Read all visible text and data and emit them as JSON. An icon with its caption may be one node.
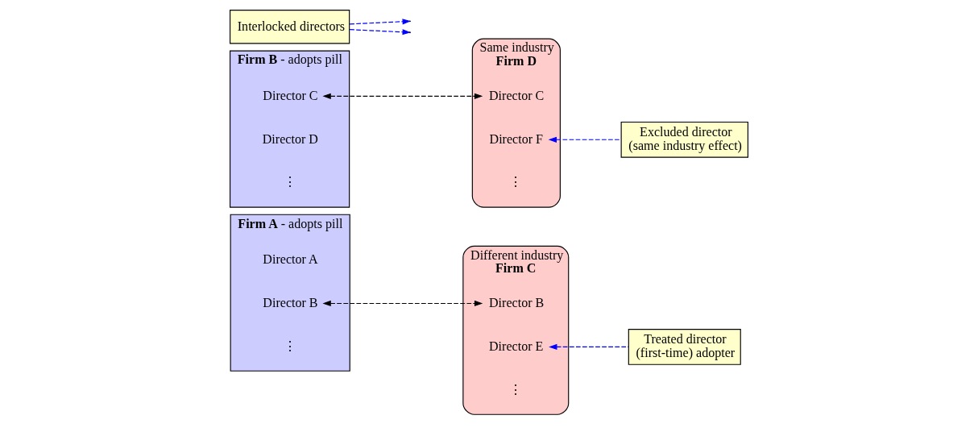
{
  "diagram": {
    "nodes": [
      {
        "text": [
          "**Firm A** - adopts pill"
        ]
      },
      {
        "text": [
          "Director A"
        ],
        "in": 0
      },
      {
        "text": [
          "Director B"
        ],
        "in": 0
      },
      {
        "text": [
          "⋮"
        ],
        "in": 0
      },
      {
        "text": [
          "**Firm C**"
        ],
        "beside": [
          "Different industry"
        ]
      },
      {
        "text": [
          "Director B"
        ],
        "in": 4
      },
      {
        "text": [
          "Director E"
        ],
        "in": 4
      },
      {
        "text": [
          "⋮"
        ],
        "in": 4
      },
      {
        "text": [
          "**Firm B** - adopts pill"
        ]
      },
      {
        "text": [
          "Director C"
        ],
        "in": 8
      },
      {
        "text": [
          "Director D"
        ],
        "in": 8
      },
      {
        "text": [
          "⋮"
        ],
        "in": 8
      },
      {
        "text": [
          "**Firm D**"
        ],
        "beside": [
          "Same industry"
        ]
      },
      {
        "text": [
          "Director C"
        ],
        "in": 12
      },
      {
        "text": [
          "Director F"
        ],
        "in": 12
      },
      {
        "text": [
          "⋮"
        ],
        "in": 12
      },
      {
        "text": [
          "Treated director (first-time) adopter"
        ]
      },
      {
        "text": [
          "Excluded director (same industry effect)"
        ]
      },
      {
        "text": [
          "Interlocked directors"
        ]
      }
    ],
    "edges": [
      {
        "from": 2,
        "to": 5,
        "arrow": "both",
        "style": "dashed",
        "color": "#000000"
      },
      {
        "from": 16,
        "to": 6,
        "arrow": "to",
        "style": "dashed",
        "color": "#0000ff"
      },
      {
        "from": 9,
        "to": 13,
        "arrow": "both",
        "style": "dashed",
        "color": "#000000"
      },
      {
        "from": 17,
        "to": 14,
        "arrow": "to",
        "style": "dashed",
        "color": "#0000ff"
      },
      {
        "from": 18,
        "to": null,
        "arrow": "to",
        "style": "dashed",
        "color": "#0000ff"
      },
      {
        "from": 18,
        "to": null,
        "arrow": "to",
        "style": "dashed",
        "color": "#0000ff"
      }
    ]
  }
}
